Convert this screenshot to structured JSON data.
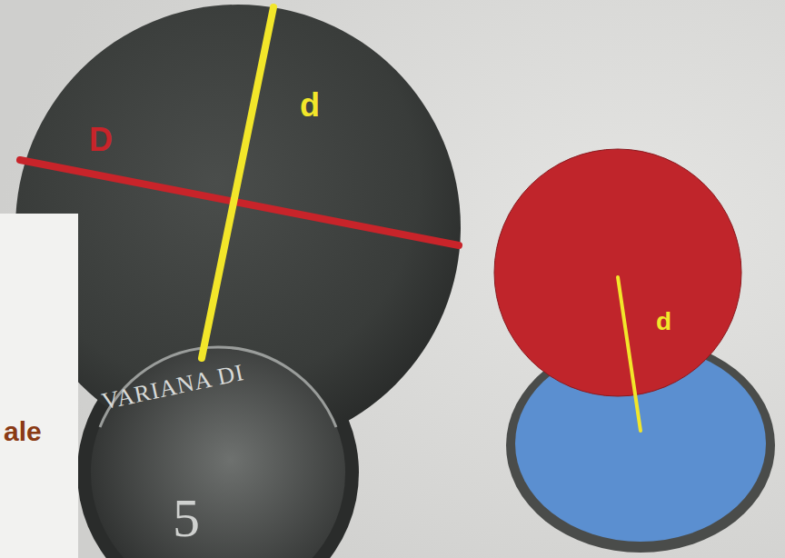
{
  "diagram": {
    "labels": [
      "D",
      "d",
      "VARIANA DI",
      "5",
      "ale",
      "d"
    ]
  }
}
